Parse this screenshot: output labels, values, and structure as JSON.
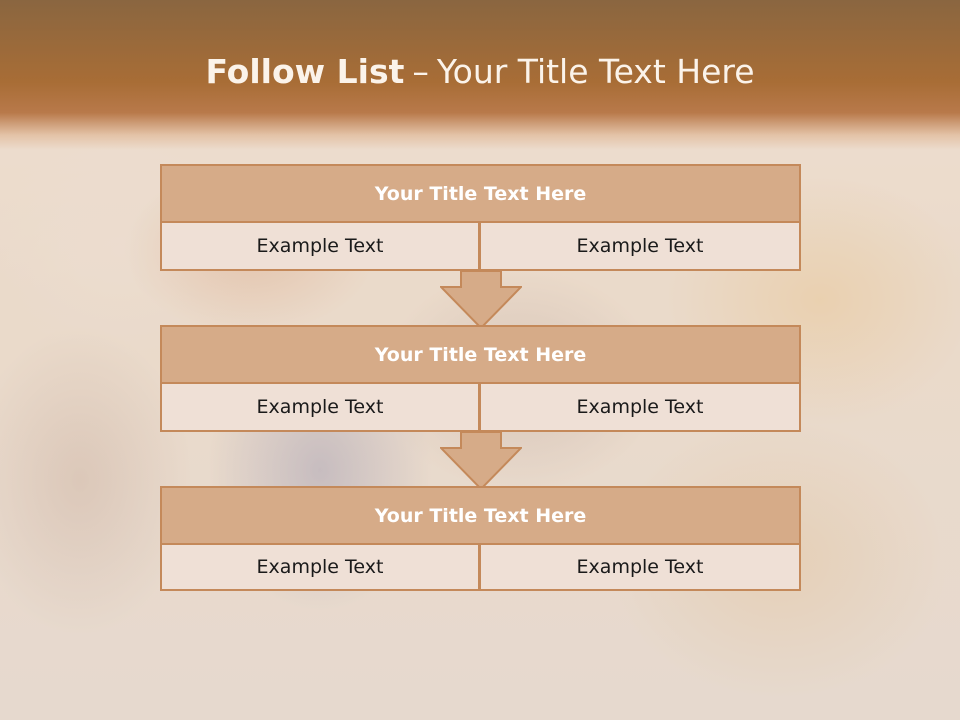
{
  "title": {
    "bold_part": "Follow List",
    "separator": "–",
    "rest": "Your Title Text Here"
  },
  "blocks": [
    {
      "heading": "Your Title Text Here",
      "left": "Example Text",
      "right": "Example Text"
    },
    {
      "heading": "Your Title Text Here",
      "left": "Example Text",
      "right": "Example Text"
    },
    {
      "heading": "Your Title Text Here",
      "left": "Example Text",
      "right": "Example Text"
    }
  ],
  "colors": {
    "header_brown": "#a86d36",
    "box_fill": "#d6ab88",
    "box_border": "#c4895a",
    "cell_fill": "#efe0d6"
  }
}
